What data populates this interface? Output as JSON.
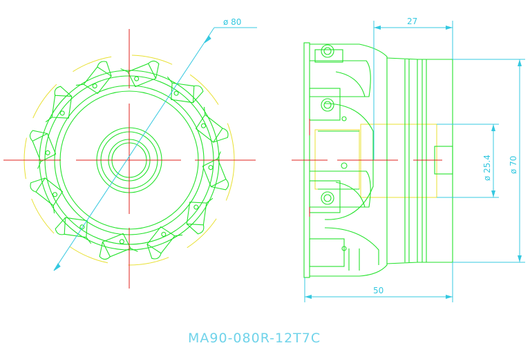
{
  "drawing": {
    "model": "MA90-080R-12T7C",
    "dimensions": {
      "cutting_diameter": "ø 80",
      "overall_length": "50",
      "body_length": "27",
      "bore_diameter": "ø 25.4",
      "body_diameter": "ø 70"
    },
    "colors": {
      "outline": "#22e22a",
      "center_line": "#e0201c",
      "dimension": "#35c8e0",
      "hidden_line": "#e8e030"
    }
  }
}
